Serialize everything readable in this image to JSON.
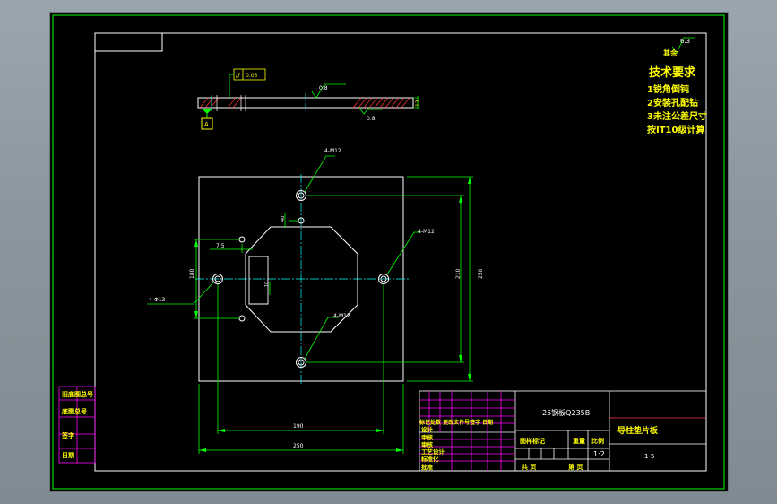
{
  "drawing": {
    "title_block": {
      "material": "25钢板Q235B",
      "part_name": "导柱垫片板",
      "drawing_no": "1-5",
      "scale": "1:2",
      "sign_row": "标记处数 更改文件号签字 日期",
      "left_labels": [
        "设计",
        "审核",
        "审核",
        "工艺设计",
        "标准化",
        "批准"
      ],
      "mid_labels": [
        "图样标记",
        "重量",
        "比例"
      ],
      "sheet_labels": [
        "共 页",
        "第 页"
      ]
    },
    "side_stamps": [
      "旧底图总号",
      "底图总号",
      "签字",
      "日期"
    ],
    "tech_requirements": {
      "heading": "技术要求",
      "items": [
        "1锐角倒钝",
        "2安装孔配钻",
        "3未注公差尺寸",
        "按IT10级计算"
      ]
    },
    "roughness": {
      "others_label": "其余",
      "others_value": "6.3",
      "top_value": "0.8",
      "bottom_value": "0.8"
    },
    "geom_tolerance": {
      "symbol": "//",
      "value": "0.05",
      "datum": "A"
    },
    "dimensions": {
      "thickness": "12",
      "hole_top": "4-M12",
      "hole_right": "4-M12",
      "hole_bottom": "4-M12",
      "hole_left": "4-Φ13",
      "offset_7_5": "7.5",
      "small_40": "40",
      "left_180": "180",
      "right_210": "210",
      "right_250": "250",
      "bottom_190": "190",
      "bottom_250": "250",
      "slot_10": "10"
    }
  }
}
